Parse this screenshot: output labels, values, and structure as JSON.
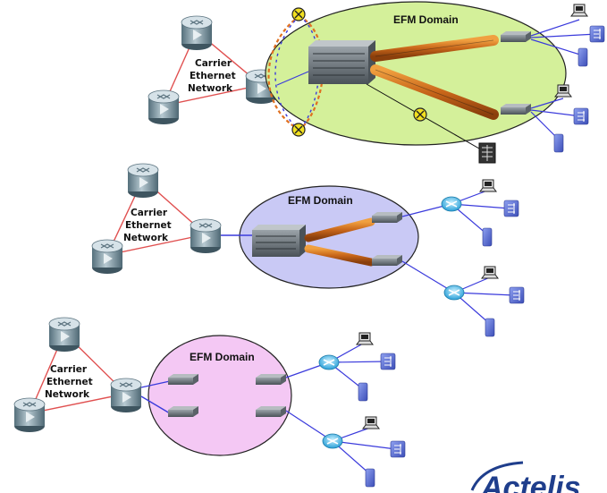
{
  "diagrams": [
    {
      "domain_label": "EFM Domain",
      "domain_color": "#d4f09a",
      "carrier_label": [
        "Carrier",
        "Ethernet",
        "Network"
      ]
    },
    {
      "domain_label": "EFM Domain",
      "domain_color": "#c9c9f5",
      "carrier_label": [
        "Carrier",
        "Ethernet",
        "Network"
      ]
    },
    {
      "domain_label": "EFM Domain",
      "domain_color": "#f4c8f4",
      "carrier_label": [
        "Carrier",
        "Ethernet",
        "Network"
      ]
    }
  ],
  "logo": {
    "text": "Actelis",
    "color": "#1f3e8c"
  },
  "colors": {
    "router_body": "#7f9aa6",
    "link_red": "#e05050",
    "link_blue": "#3a3adc",
    "pipe_orange": "#d97a1a",
    "endpoint_blue": "#5a6fd8"
  },
  "icons": [
    "router-icon",
    "switch-icon",
    "modem-icon",
    "pc-icon",
    "server-icon",
    "cabinet-icon",
    "hub-icon",
    "sun-icon"
  ]
}
